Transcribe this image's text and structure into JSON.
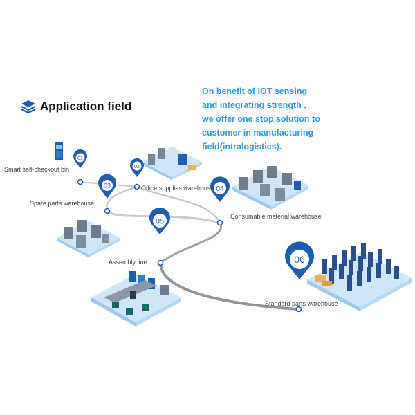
{
  "heading": {
    "title": "Application field",
    "icon": "layers-icon"
  },
  "intro_lines": [
    "On benefit of IOT sensing",
    "and integrating strength ,",
    "we offer one stop solution to",
    "customer in manufacturing",
    "field(intralogistics)."
  ],
  "stations": [
    {
      "number": "01",
      "label": "Smart self-checkout bin"
    },
    {
      "number": "02",
      "label": "Office supplies warehouse"
    },
    {
      "number": "03",
      "label": "Spare parts warehouse"
    },
    {
      "number": "04",
      "label": "Consumable material warehouse"
    },
    {
      "number": "05",
      "label": "Assembly line"
    },
    {
      "number": "06",
      "label": "Standard parts warehouse"
    }
  ],
  "colors": {
    "accent_blue": "#1d5fae",
    "text_blue": "#2e9bdc",
    "route_gray": "#9aa0a6",
    "floor_blue": "#cfe6f8"
  }
}
